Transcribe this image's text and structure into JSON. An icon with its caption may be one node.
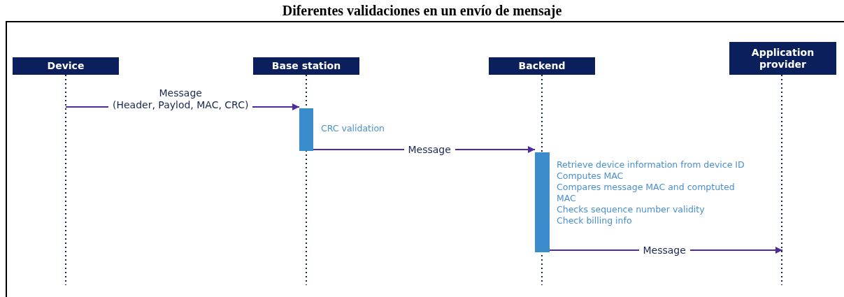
{
  "diagram": {
    "title": "Diferentes validaciones en un envío de mensaje",
    "nodes": [
      {
        "text": [
          "Device"
        ]
      },
      {
        "text": [
          "Base station"
        ]
      },
      {
        "text": [
          "Backend"
        ]
      },
      {
        "text": [
          "Application provider"
        ]
      },
      {
        "text": [],
        "shape": "bar",
        "in": 1,
        "beside": [
          "CRC validation"
        ]
      },
      {
        "text": [],
        "shape": "bar",
        "in": 2,
        "beside": [
          "Retrieve device information from device ID",
          "Computes MAC",
          "Compares message MAC and comptuted MAC",
          "Checks sequence number validity",
          "Check billing info"
        ]
      }
    ],
    "edges": [
      {
        "from": 0,
        "to": 4,
        "arrow": "to",
        "label": "Message (Header, Paylod, MAC, CRC)"
      },
      {
        "from": 4,
        "to": 5,
        "arrow": "to",
        "label": "Message"
      },
      {
        "from": 5,
        "to": 3,
        "arrow": "to",
        "label": "Message"
      }
    ]
  }
}
